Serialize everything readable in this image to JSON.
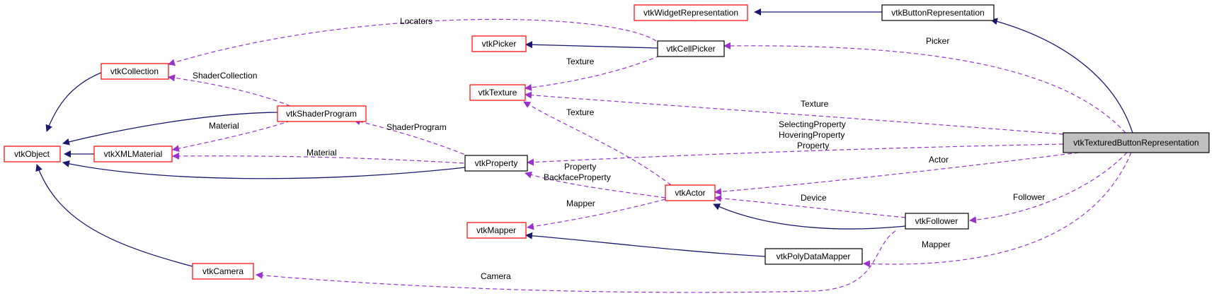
{
  "colors": {
    "inheritance": "#191970",
    "usage": "#9a32cd",
    "documented_border": "#000000",
    "undocumented_border": "#ff0000",
    "focus_fill": "#bfbfbf",
    "node_fill": "#ffffff"
  },
  "nodes": {
    "vtkWidgetRepresentation": "vtkWidgetRepresentation",
    "vtkButtonRepresentation": "vtkButtonRepresentation",
    "vtkPicker": "vtkPicker",
    "vtkCellPicker": "vtkCellPicker",
    "vtkCollection": "vtkCollection",
    "vtkTexture": "vtkTexture",
    "vtkShaderProgram": "vtkShaderProgram",
    "vtkObject": "vtkObject",
    "vtkXMLMaterial": "vtkXMLMaterial",
    "vtkProperty": "vtkProperty",
    "vtkActor": "vtkActor",
    "vtkMapper": "vtkMapper",
    "vtkFollower": "vtkFollower",
    "vtkPolyDataMapper": "vtkPolyDataMapper",
    "vtkCamera": "vtkCamera",
    "vtkTexturedButtonRepresentation": "vtkTexturedButtonRepresentation"
  },
  "edge_labels": {
    "locators": "Locators",
    "picker": "Picker",
    "texture_cellpicker": "Texture",
    "shader_collection": "ShaderCollection",
    "texture_main": "Texture",
    "material_shader": "Material",
    "shader_program": "ShaderProgram",
    "texture_actor": "Texture",
    "selecting_property": "SelectingProperty",
    "hovering_property": "HoveringProperty",
    "property_main": "Property",
    "material_property": "Material",
    "property_actor": "Property",
    "backface_property": "BackfaceProperty",
    "actor": "Actor",
    "mapper_actor": "Mapper",
    "device": "Device",
    "follower": "Follower",
    "mapper_main": "Mapper",
    "camera": "Camera"
  }
}
